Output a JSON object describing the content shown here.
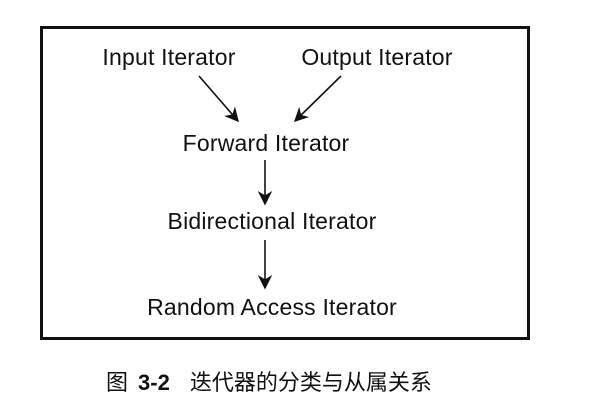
{
  "diagram": {
    "nodes": {
      "input": "Input Iterator",
      "output": "Output Iterator",
      "forward": "Forward Iterator",
      "bidirectional": "Bidirectional Iterator",
      "random": "Random Access Iterator"
    },
    "edges": [
      {
        "from": "Input Iterator",
        "to": "Forward Iterator"
      },
      {
        "from": "Output Iterator",
        "to": "Forward Iterator"
      },
      {
        "from": "Forward Iterator",
        "to": "Bidirectional Iterator"
      },
      {
        "from": "Bidirectional Iterator",
        "to": "Random Access Iterator"
      }
    ]
  },
  "caption": {
    "prefix": "图",
    "number": "3-2",
    "text": "迭代器的分类与从属关系"
  },
  "colors": {
    "ink": "#111111",
    "background": "#ffffff"
  }
}
